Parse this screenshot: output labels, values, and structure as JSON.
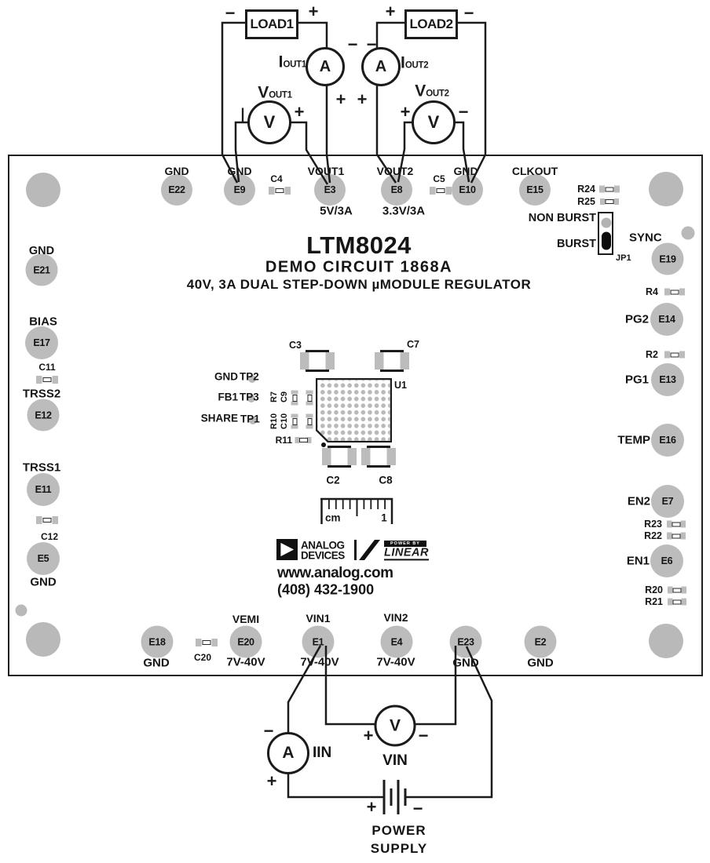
{
  "title": {
    "part": "LTM8024",
    "line2": "DEMO CIRCUIT 1868A",
    "line3": "40V, 3A DUAL STEP-DOWN µMODULE REGULATOR"
  },
  "loads": {
    "load1": {
      "label": "LOAD1",
      "sign_left": "−",
      "sign_right": "+"
    },
    "load2": {
      "label": "LOAD2",
      "sign_left": "+",
      "sign_right": "−"
    }
  },
  "meters": {
    "iout1": {
      "letter": "A",
      "name_main": "I",
      "name_sub": "OUT1",
      "sign_top": "−",
      "sign_bottom": "+"
    },
    "iout2": {
      "letter": "A",
      "name_main": "I",
      "name_sub": "OUT2",
      "sign_top": "−",
      "sign_bottom": "+"
    },
    "vout1": {
      "letter": "V",
      "name_main": "V",
      "name_sub": "OUT1",
      "sign_left": "|",
      "sign_right": "+"
    },
    "vout2": {
      "letter": "V",
      "name_main": "V",
      "name_sub": "OUT2",
      "sign_left": "+",
      "sign_right": "−"
    },
    "iin": {
      "letter": "A",
      "name": "IIN",
      "sign_top": "−",
      "sign_bottom": "+"
    },
    "vin": {
      "letter": "V",
      "name": "VIN",
      "sign_left": "+",
      "sign_right": "−"
    }
  },
  "power_supply": {
    "line1": "POWER",
    "line2": "SUPPLY",
    "sign_plus": "+",
    "sign_minus": "−"
  },
  "tp": [
    {
      "id": "E22",
      "name": "GND"
    },
    {
      "id": "E9",
      "name": "GND"
    },
    {
      "id": "E3",
      "name": "VOUT1",
      "value": "5V/3A"
    },
    {
      "id": "E8",
      "name": "VOUT2",
      "value": "3.3V/3A"
    },
    {
      "id": "E10",
      "name": "GND"
    },
    {
      "id": "E15",
      "name": "CLKOUT"
    },
    {
      "id": "E19",
      "name": "SYNC"
    },
    {
      "id": "E21",
      "name": "GND"
    },
    {
      "id": "E17",
      "name": "BIAS"
    },
    {
      "id": "E12",
      "name": "TRSS2"
    },
    {
      "id": "E11",
      "name": "TRSS1"
    },
    {
      "id": "E5",
      "name": "GND"
    },
    {
      "id": "E14",
      "name": "PG2"
    },
    {
      "id": "E13",
      "name": "PG1"
    },
    {
      "id": "E16",
      "name": "TEMP"
    },
    {
      "id": "E7",
      "name": "EN2"
    },
    {
      "id": "E6",
      "name": "EN1"
    },
    {
      "id": "E18",
      "name": "GND"
    },
    {
      "id": "E20",
      "name": "VEMI",
      "value": "7V-40V"
    },
    {
      "id": "E1",
      "name": "VIN1",
      "value": "7V-40V"
    },
    {
      "id": "E4",
      "name": "VIN2",
      "value": "7V-40V"
    },
    {
      "id": "E23",
      "name": "GND"
    },
    {
      "id": "E2",
      "name": "GND"
    }
  ],
  "components": [
    {
      "ref": "C4"
    },
    {
      "ref": "C5"
    },
    {
      "ref": "R24"
    },
    {
      "ref": "R25"
    },
    {
      "ref": "C11"
    },
    {
      "ref": "C12"
    },
    {
      "ref": "R4"
    },
    {
      "ref": "R2"
    },
    {
      "ref": "R23"
    },
    {
      "ref": "R22"
    },
    {
      "ref": "R20"
    },
    {
      "ref": "R21"
    },
    {
      "ref": "C20"
    },
    {
      "ref": "C3"
    },
    {
      "ref": "C7"
    },
    {
      "ref": "C2"
    },
    {
      "ref": "C8"
    },
    {
      "ref": "R7"
    },
    {
      "ref": "C9"
    },
    {
      "ref": "R10"
    },
    {
      "ref": "C10"
    },
    {
      "ref": "R11"
    }
  ],
  "module": {
    "ref": "U1"
  },
  "tp_flags": [
    {
      "name": "GND",
      "ref": "TP2"
    },
    {
      "name": "FB1",
      "ref": "TP3"
    },
    {
      "name": "SHARE",
      "ref": "TP1"
    }
  ],
  "jumper": {
    "label_top": "NON BURST",
    "label_bottom": "BURST",
    "ref": "JP1"
  },
  "ruler": {
    "unit": "cm",
    "mark": "1"
  },
  "branding": {
    "adi_top": "ANALOG",
    "adi_bottom": "DEVICES",
    "powered_by": "POWER BY",
    "linear": "LINEAR",
    "url": "www.analog.com",
    "phone": "(408) 432-1900"
  },
  "colors": {
    "pad_gray": "#bcbcbc",
    "ink": "#1b1b1b",
    "background": "#ffffff"
  }
}
